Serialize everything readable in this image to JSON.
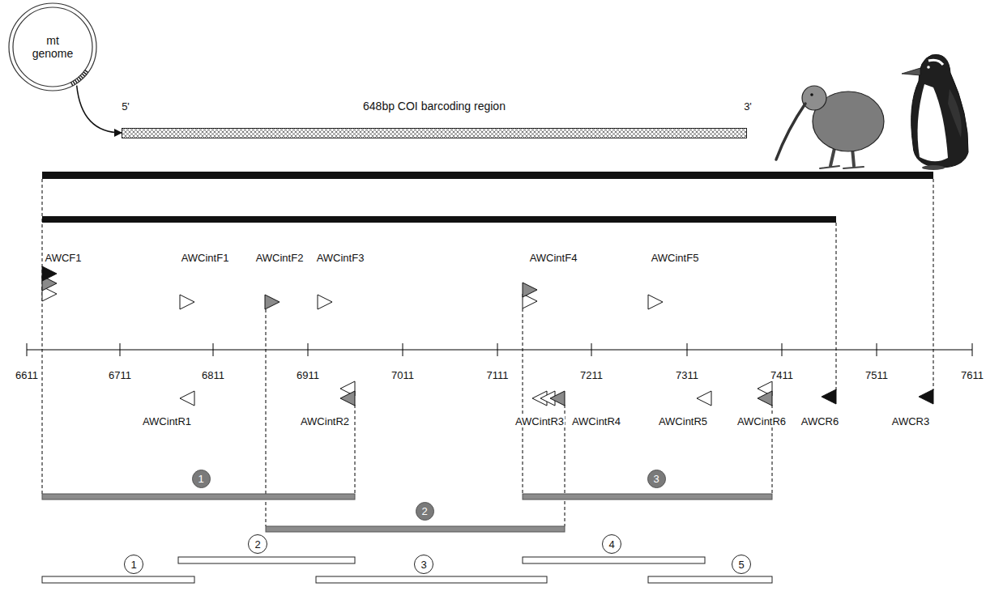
{
  "diagram": {
    "nodes": [
      {
        "text": [
          "mt genome"
        ]
      },
      {
        "text": [
          "648bp COI barcoding region"
        ]
      },
      {
        "text": [
          "1"
        ]
      },
      {
        "text": [
          "2"
        ]
      },
      {
        "text": [
          "3"
        ]
      },
      {
        "text": [
          "1"
        ]
      },
      {
        "text": [
          "2"
        ]
      },
      {
        "text": [
          "3"
        ]
      },
      {
        "text": [
          "4"
        ]
      },
      {
        "text": [
          "5"
        ]
      }
    ],
    "edges": [
      {
        "from": 0,
        "to": 1,
        "arrow": "to"
      }
    ],
    "labels": [
      "5'",
      "3'",
      "AWCF1",
      "AWCintF1",
      "AWCintF2",
      "AWCintF3",
      "AWCintF4",
      "AWCintF5",
      "6611",
      "6711",
      "6811",
      "6911",
      "7011",
      "7111",
      "7211",
      "7311",
      "7411",
      "7511",
      "7611",
      "AWCintR1",
      "AWCintR2",
      "AWCintR3",
      "AWCintR4",
      "AWCintR5",
      "AWCintR6",
      "AWCR6",
      "AWCR3"
    ]
  }
}
